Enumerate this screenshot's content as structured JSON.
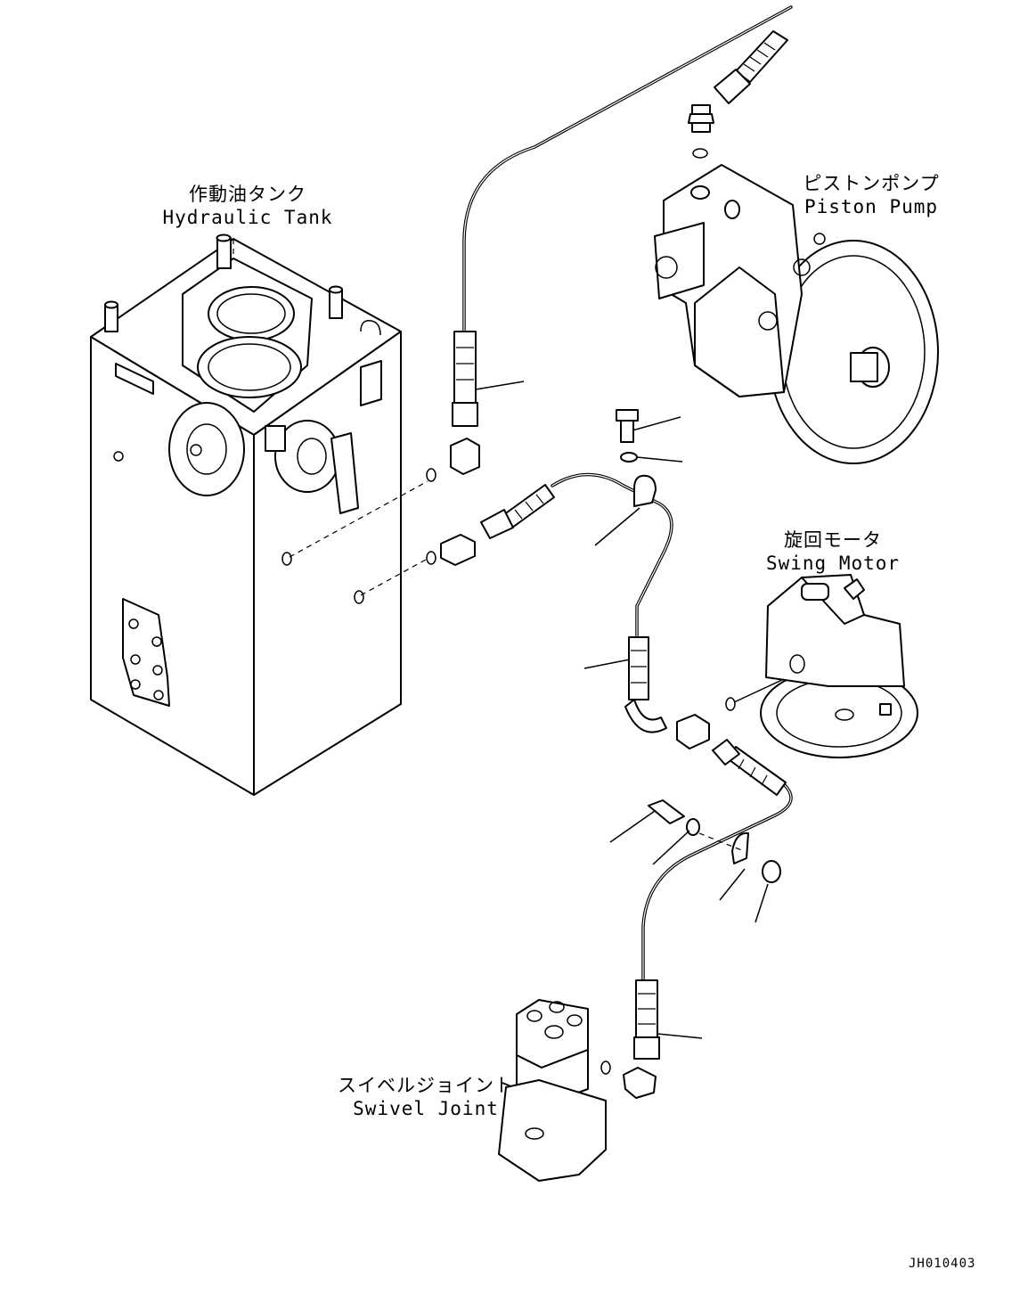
{
  "labels": {
    "hydraulic_tank": {
      "jp": "作動油タンク",
      "en": "Hydraulic Tank"
    },
    "piston_pump": {
      "jp": "ピストンポンプ",
      "en": "Piston Pump"
    },
    "swing_motor": {
      "jp": "旋回モータ",
      "en": "Swing Motor"
    },
    "swivel_joint": {
      "jp": "スイベルジョイント",
      "en": "Swivel Joint"
    }
  },
  "drawing_code": "JH010403"
}
